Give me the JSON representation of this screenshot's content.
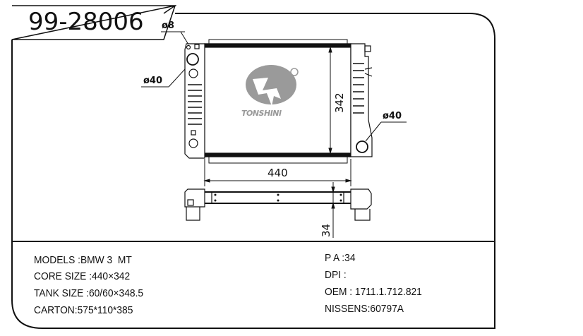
{
  "part_number": "99-28006",
  "dimensions": {
    "inlet_small": "ø8",
    "inlet_left": "ø40",
    "outlet_right": "ø40",
    "height": "342",
    "width": "440",
    "thickness": "34"
  },
  "logo": {
    "brand": "TONSHINI",
    "registered": "®",
    "color": "#9a9a9a"
  },
  "specs_left": [
    "MODELS :BMW 3  MT",
    "CORE SIZE :440×342",
    "TANK SIZE :60/60×348.5",
    "CARTON:575*110*385"
  ],
  "specs_right": [
    "P A :34",
    "DPI :",
    "OEM : 1711.1.712.821",
    "NISSENS:60797A"
  ]
}
